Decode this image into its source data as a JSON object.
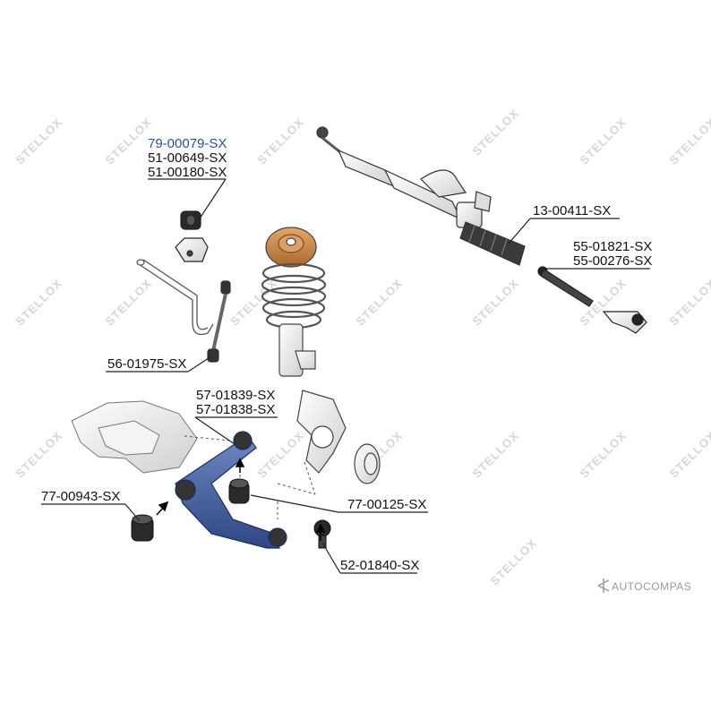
{
  "labels": {
    "stab_bush_1": "79-00079-SX",
    "stab_bush_2": "51-00649-SX",
    "stab_bush_3": "51-00180-SX",
    "steering_rack": "13-00411-SX",
    "tie_rod_1": "55-01821-SX",
    "tie_rod_2": "55-00276-SX",
    "stab_link": "56-01975-SX",
    "control_arm_1": "57-01839-SX",
    "control_arm_2": "57-01838-SX",
    "bush_rear": "77-00943-SX",
    "bush_front": "77-00125-SX",
    "ball_joint": "52-01840-SX"
  },
  "watermark": "STELLOX",
  "brand": "AUTOCOMPAS",
  "colors": {
    "highlight": "#2b4f9e",
    "arm_blue": "#3d5a9a",
    "spring_orange": "#c98a4a"
  }
}
